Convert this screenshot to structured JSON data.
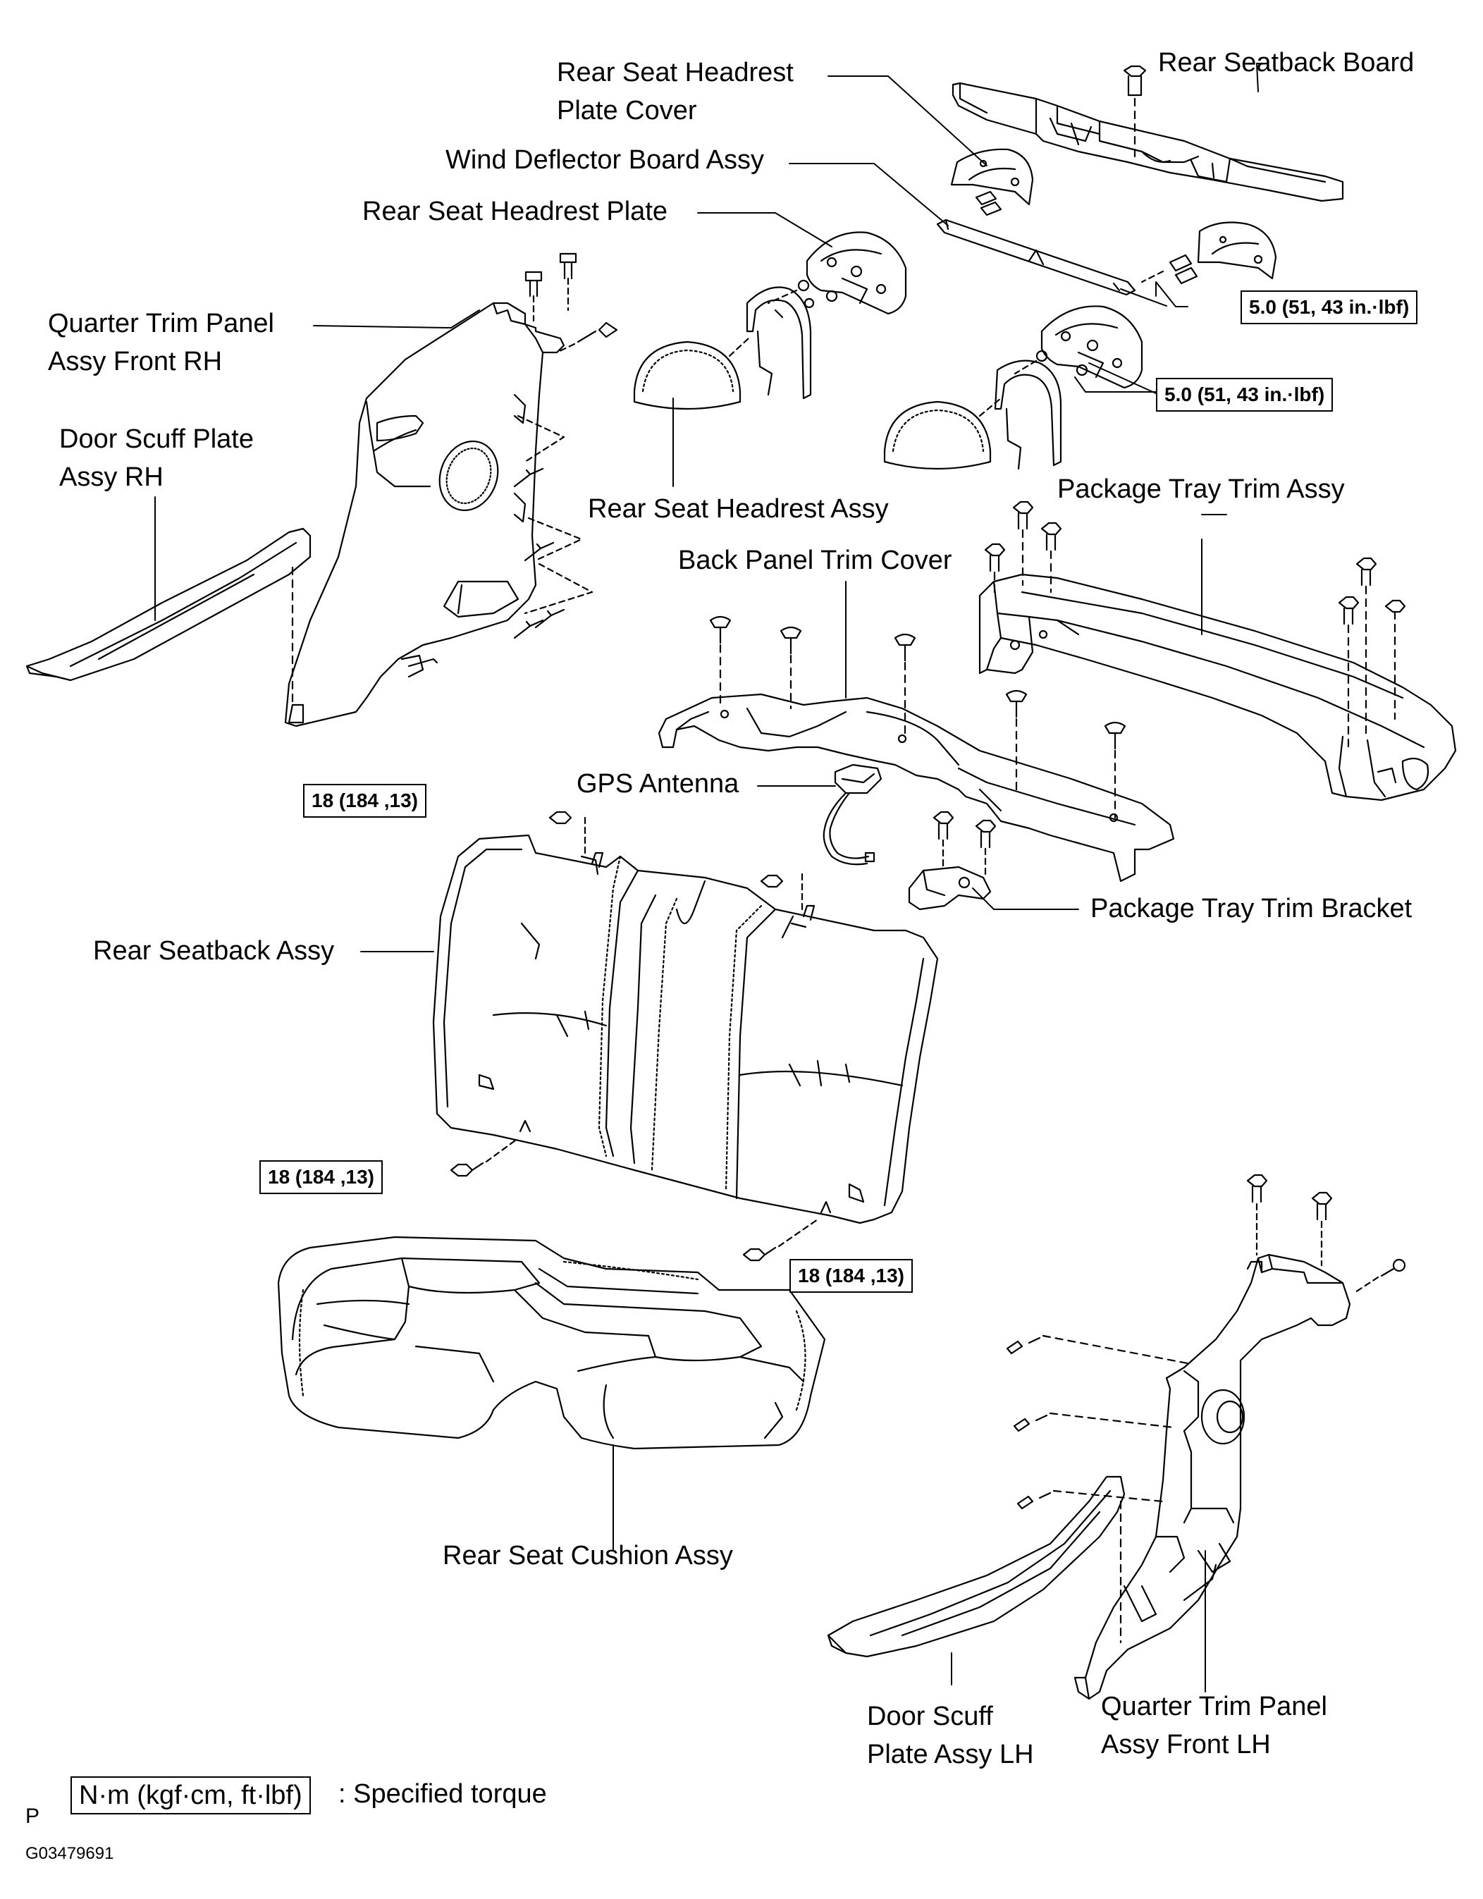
{
  "labels": {
    "rear_seatback_board": "Rear Seatback Board",
    "headrest_plate_cover": "Rear Seat Headrest\nPlate Cover",
    "wind_deflector": "Wind Deflector Board Assy",
    "headrest_plate": "Rear Seat Headrest Plate",
    "quarter_trim_rh": "Quarter Trim Panel\nAssy Front RH",
    "door_scuff_rh": "Door Scuff Plate\nAssy RH",
    "headrest_assy": "Rear Seat Headrest Assy",
    "package_tray_trim": "Package Tray Trim Assy",
    "back_panel_trim_cover": "Back Panel Trim Cover",
    "gps_antenna": "GPS Antenna",
    "package_tray_bracket": "Package Tray Trim Bracket",
    "rear_seatback_assy": "Rear Seatback Assy",
    "rear_seat_cushion": "Rear Seat Cushion Assy",
    "door_scuff_lh": "Door Scuff\nPlate Assy LH",
    "quarter_trim_lh": "Quarter Trim Panel\nAssy Front LH"
  },
  "torques": {
    "t1": "5.0 (51, 43 in.·lbf)",
    "t2": "5.0 (51, 43 in.·lbf)",
    "t3": "18 (184 ,13)",
    "t4": "18 (184 ,13)",
    "t5": "18 (184 ,13)"
  },
  "legend": {
    "unit_box": "N·m (kgf·cm, ft·lbf)",
    "text": ": Specified torque",
    "p_mark": "P",
    "figure_code": "G03479691"
  }
}
